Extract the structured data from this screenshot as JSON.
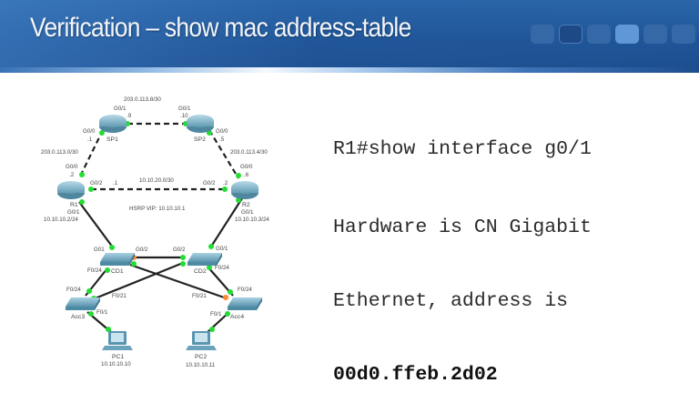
{
  "slide": {
    "title": "Verification – show mac address-table",
    "colors": {
      "header_bg": "#1f5597",
      "title_text": "#f2f6fb",
      "link_up": "#22dd33",
      "link_blocked": "#ff8833",
      "device_fill": "#6fa8c0"
    },
    "nav_dots": [
      {
        "state": "mid"
      },
      {
        "state": "dark"
      },
      {
        "state": "mid"
      },
      {
        "state": "light"
      },
      {
        "state": "mid"
      },
      {
        "state": "mid"
      },
      {
        "state": "mid"
      }
    ]
  },
  "diagram": {
    "devices": {
      "sp1": {
        "label": "SP1"
      },
      "sp2": {
        "label": "SP2"
      },
      "r1": {
        "label": "R1",
        "ip": "10.10.10.2/24"
      },
      "r2": {
        "label": "R2",
        "ip": "10.10.10.3/24"
      },
      "cd1": {
        "label": "CD1"
      },
      "cd2": {
        "label": "CD2"
      },
      "acc3": {
        "label": "Acc3"
      },
      "acc4": {
        "label": "Acc4"
      },
      "pc1": {
        "label": "PC1",
        "ip": "10.10.10.10"
      },
      "pc2": {
        "label": "PC2",
        "ip": "10.10.10.11"
      }
    },
    "networks": {
      "sp1_sp2": "203.0.113.8/30",
      "sp1_r1": "203.0.113.0/30",
      "sp2_r2": "203.0.113.4/30",
      "r1_r2": "10.10.20.0/30",
      "hsrp": "HSRP VIP: 10.10.10.1"
    },
    "ports": {
      "sp1_g01": "G0/1",
      "sp1_g01_ip": ".9",
      "sp2_g01": "G0/1",
      "sp2_g01_ip": ".10",
      "sp1_g00": "G0/0",
      "sp1_g00_ip": ".1",
      "sp2_g00": "G0/0",
      "sp2_g00_ip": ".5",
      "r1_g00": "G0/0",
      "r1_g00_ip": ".2",
      "r2_g00": "G0/0",
      "r2_g00_ip": ".6",
      "r1_g02": "G0/2",
      "r1_g02_ip": ".1",
      "r2_g02": "G0/2",
      "r2_g02_ip": ".2",
      "r1_g01": "G0/1",
      "r2_g01": "G0/1",
      "cd1_g01": "G01",
      "cd1_g02": "G0/2",
      "cd2_g02": "G0/2",
      "cd2_g01": "G0/1",
      "cd1_f024": "F0/24",
      "cd2_f024": "F0/24",
      "acc3_f024": "F0/24",
      "acc4_f024": "F0/24",
      "acc3_f021": "F0/21",
      "acc4_f021": "F0/21",
      "acc3_f01": "F0/1",
      "acc4_f01": "F0/1"
    }
  },
  "cli": {
    "command": "R1#show interface g0/1",
    "output_line1": "Hardware is CN Gigabit",
    "output_line2": "Ethernet, address is",
    "mac_address": "00d0.ffeb.2d02"
  }
}
